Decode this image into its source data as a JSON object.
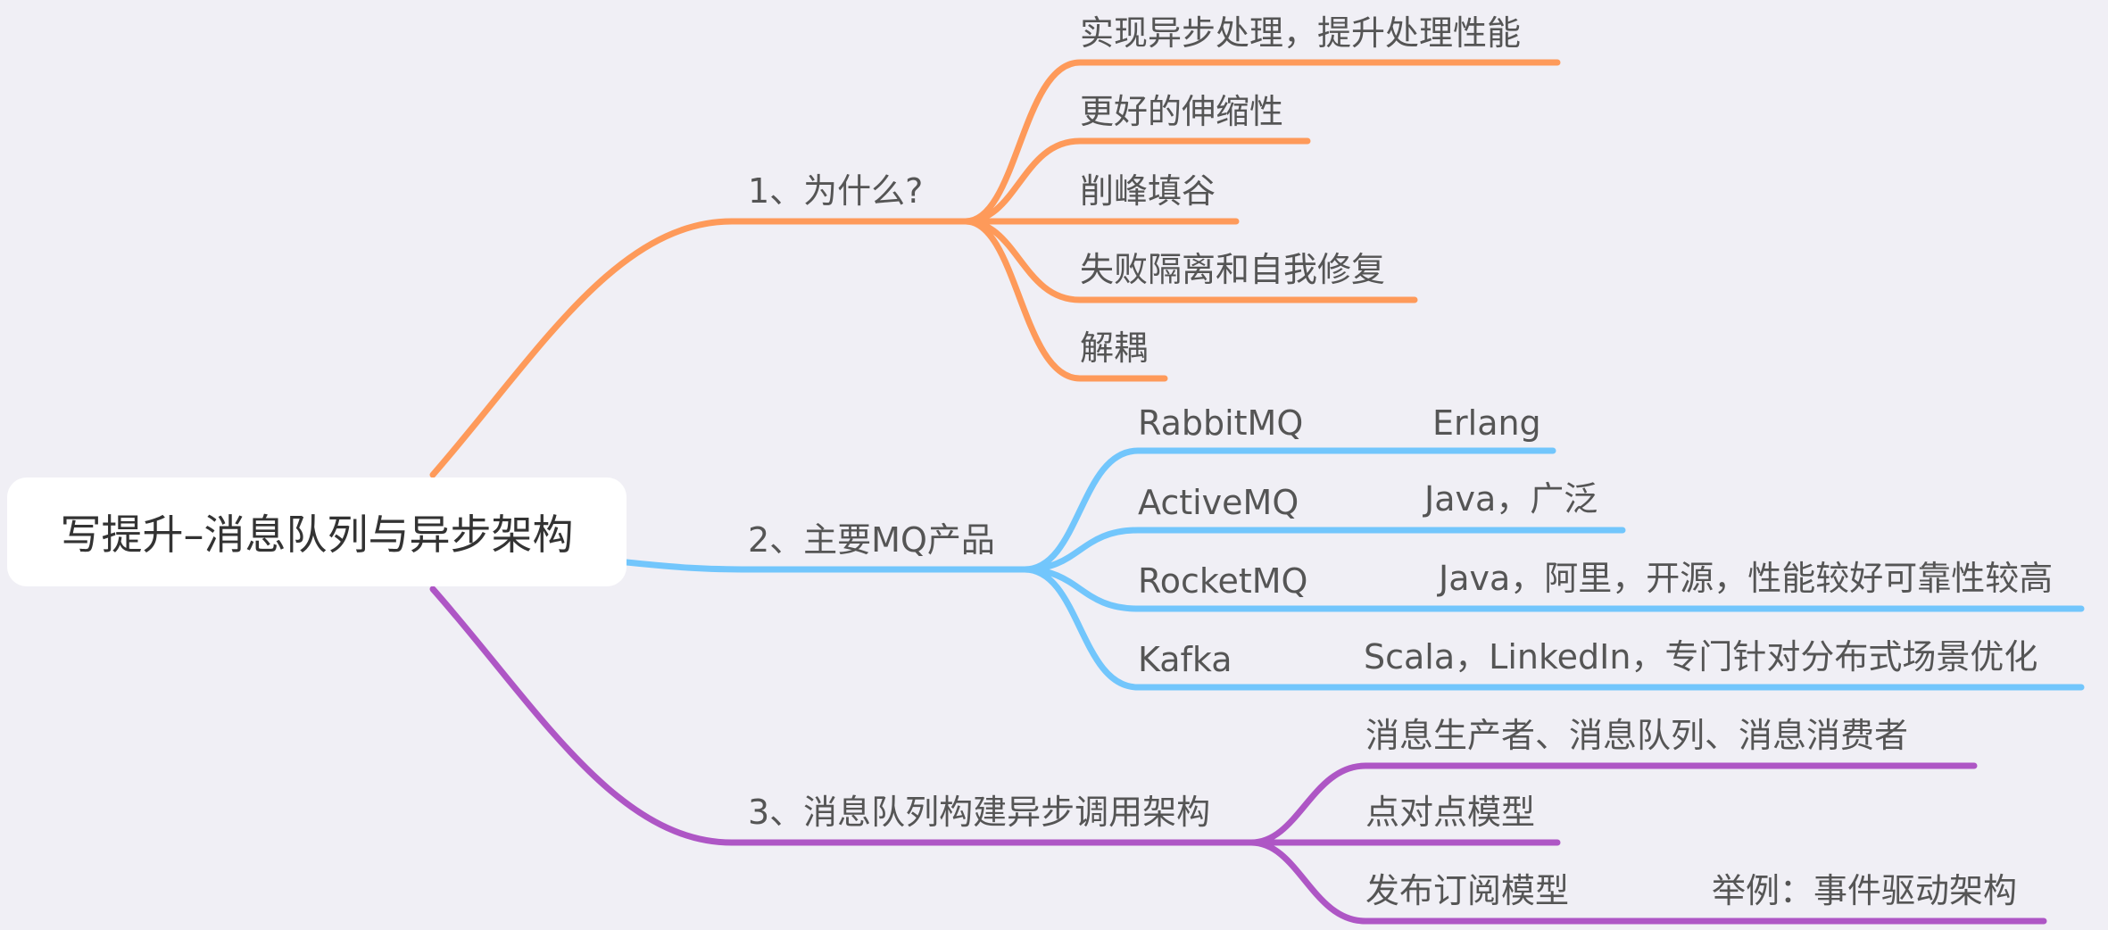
{
  "root": {
    "label": "写提升–消息队列与异步架构"
  },
  "colors": {
    "background": "#f0eff5",
    "branch_1": "#fe9a5a",
    "branch_2": "#72c6fc",
    "branch_3": "#ae56c5",
    "text": "#555555"
  },
  "branches": [
    {
      "label": "1、为什么?",
      "children": [
        {
          "label": "实现异步处理，提升处理性能"
        },
        {
          "label": "更好的伸缩性"
        },
        {
          "label": "削峰填谷"
        },
        {
          "label": "失败隔离和自我修复"
        },
        {
          "label": "解耦"
        }
      ]
    },
    {
      "label": "2、主要MQ产品",
      "children": [
        {
          "label": "RabbitMQ",
          "detail": "Erlang"
        },
        {
          "label": "ActiveMQ",
          "detail": "Java，广泛"
        },
        {
          "label": "RocketMQ",
          "detail": "Java，阿里，开源，性能较好可靠性较高"
        },
        {
          "label": "Kafka",
          "detail": "Scala，LinkedIn，专门针对分布式场景优化"
        }
      ]
    },
    {
      "label": "3、消息队列构建异步调用架构",
      "children": [
        {
          "label": "消息生产者、消息队列、消息消费者"
        },
        {
          "label": "点对点模型"
        },
        {
          "label": "发布订阅模型",
          "detail": "举例：事件驱动架构"
        }
      ]
    }
  ]
}
